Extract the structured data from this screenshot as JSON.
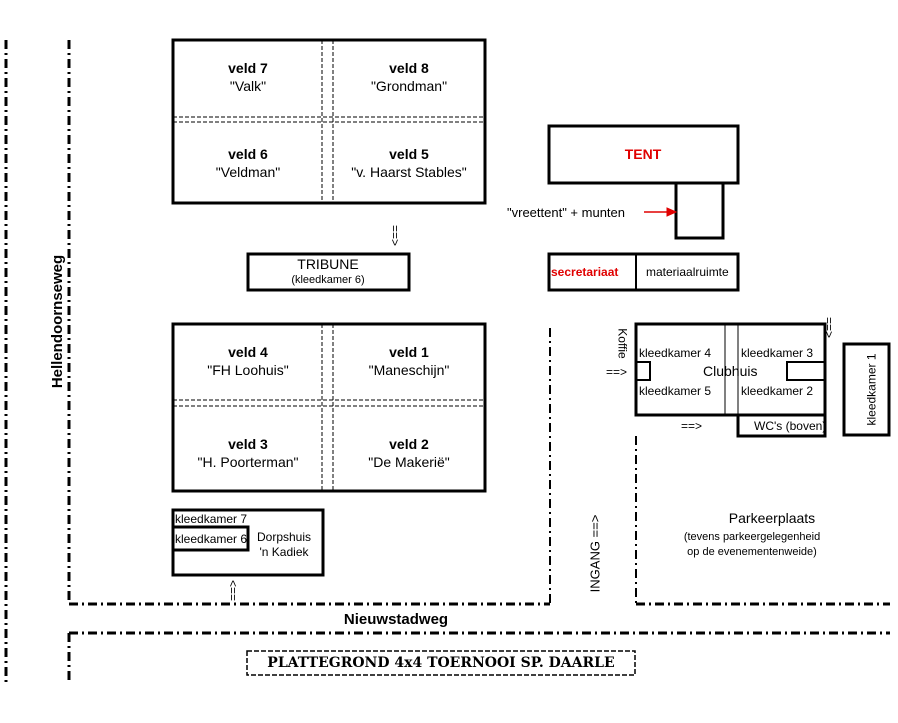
{
  "roads": {
    "left": "Hellendoornseweg",
    "bottom": "Nieuwstadweg"
  },
  "fields": [
    {
      "label": "veld 7",
      "sponsor": "\"Valk\""
    },
    {
      "label": "veld 8",
      "sponsor": "\"Grondman\""
    },
    {
      "label": "veld 6",
      "sponsor": "\"Veldman\""
    },
    {
      "label": "veld 5",
      "sponsor": "\"v. Haarst Stables\""
    },
    {
      "label": "veld 4",
      "sponsor": "\"FH Loohuis\""
    },
    {
      "label": "veld 1",
      "sponsor": "\"Maneschijn\""
    },
    {
      "label": "veld 3",
      "sponsor": "\"H. Poorterman\""
    },
    {
      "label": "veld 2",
      "sponsor": "\"De Makerië\""
    }
  ],
  "tribune": {
    "title": "TRIBUNE",
    "sub": "(kleedkamer 6)"
  },
  "tent": {
    "label": "TENT",
    "color": "#e00000"
  },
  "vreettent": "\"vreettent\" + munten",
  "secretariaat": "secretariaat",
  "materiaalruimte": "materiaalruimte",
  "clubhuis": {
    "name": "Clubhuis",
    "kleedkamer4": "kleedkamer 4",
    "kleedkamer3": "kleedkamer 3",
    "kleedkamer5": "kleedkamer 5",
    "kleedkamer2": "kleedkamer 2",
    "kleedkamer1": "kleedkamer 1",
    "wc": "WC's (boven)",
    "koffie": "Koffie"
  },
  "dorpshuis": {
    "kleedkamer7": "kleedkamer 7",
    "kleedkamer6": "kleedkamer 6",
    "name1": "Dorpshuis",
    "name2": "'n Kadiek"
  },
  "parking": {
    "title": "Parkeerplaats",
    "line1": "(tevens parkeergelegenheid",
    "line2": "op de evenementenweide)"
  },
  "ingang": "INGANG ==>",
  "arrows": {
    "right": "==>",
    "right2": "==>",
    "down": "==>",
    "up": "==>",
    "down2": "==>"
  },
  "title": "PLATTEGROND 4x4 TOERNOOI SP. DAARLE"
}
